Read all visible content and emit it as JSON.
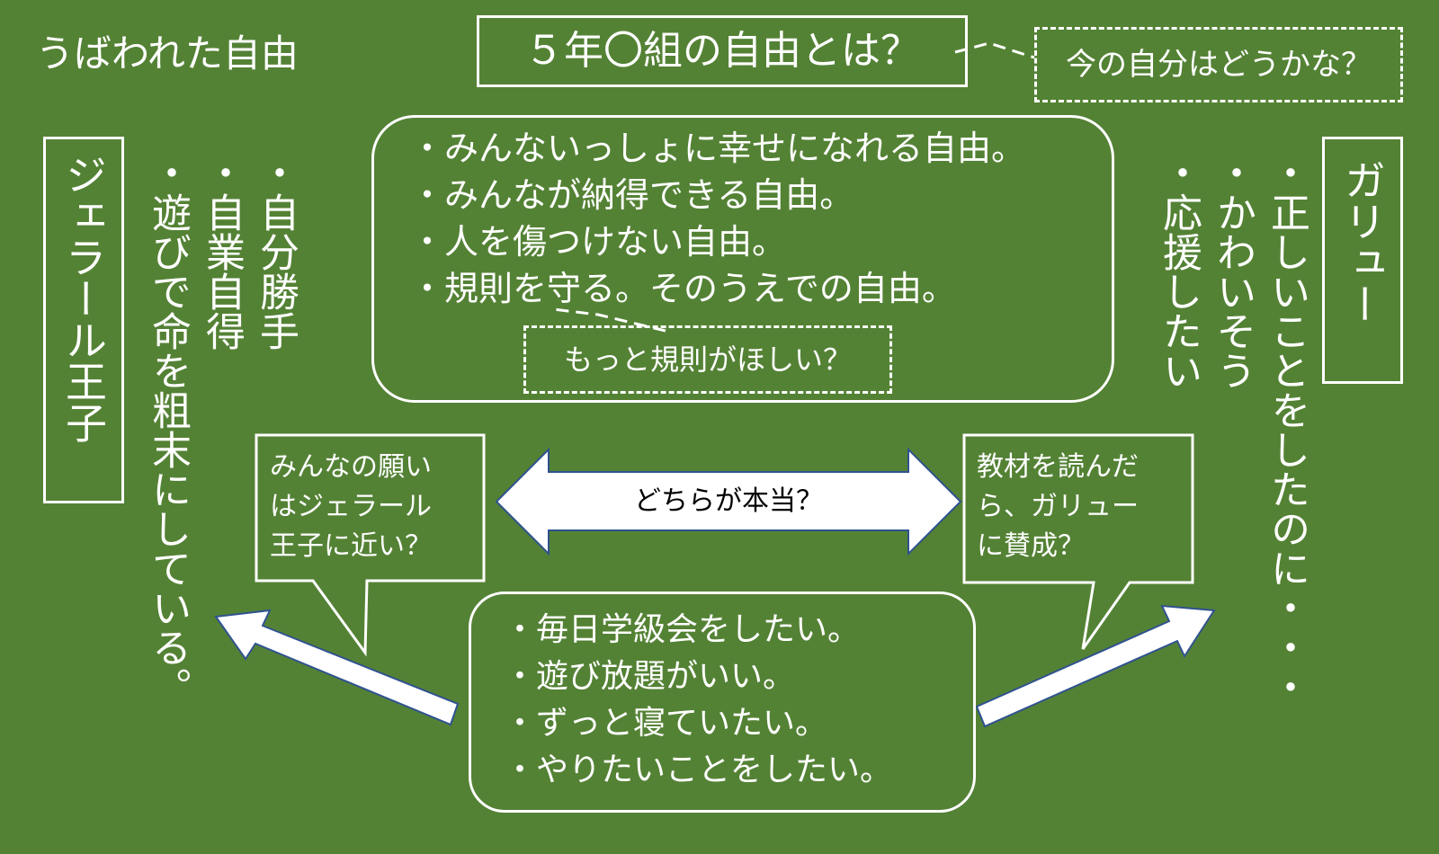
{
  "title": "うばわれた自由",
  "heading": "５年〇組の自由とは？",
  "self_check": "今の自分はどうかな？",
  "center_list": [
    "・みんないっしょに幸せになれる自由。",
    "・みんなが納得できる自由。",
    "・人を傷つけない自由。",
    "・規則を守る。そのうえでの自由。"
  ],
  "rules_question": "もっと規則がほしい？",
  "left_name": "ジェラール王子",
  "left_traits": [
    "・自分勝手",
    "・自業自得",
    "・遊びで命を粗末にしている。"
  ],
  "right_name": "ガリュー",
  "right_traits": [
    "・正しいことをしたのに・・・",
    "・かわいそう",
    "・応援したい"
  ],
  "left_bubble": [
    "みんなの願い",
    "はジェラール",
    "王子に近い？"
  ],
  "right_bubble": [
    "教材を読んだ",
    "ら、ガリュー",
    "に賛成？"
  ],
  "arrow_label": "どちらが本当？",
  "bottom_list": [
    "・毎日学級会をしたい。",
    "・遊び放題がいい。",
    "・ずっと寝ていたい。",
    "・やりたいことをしたい。"
  ],
  "colors": {
    "board": "#548235",
    "chalk": "#ffffff",
    "outline": "#2f528f"
  }
}
